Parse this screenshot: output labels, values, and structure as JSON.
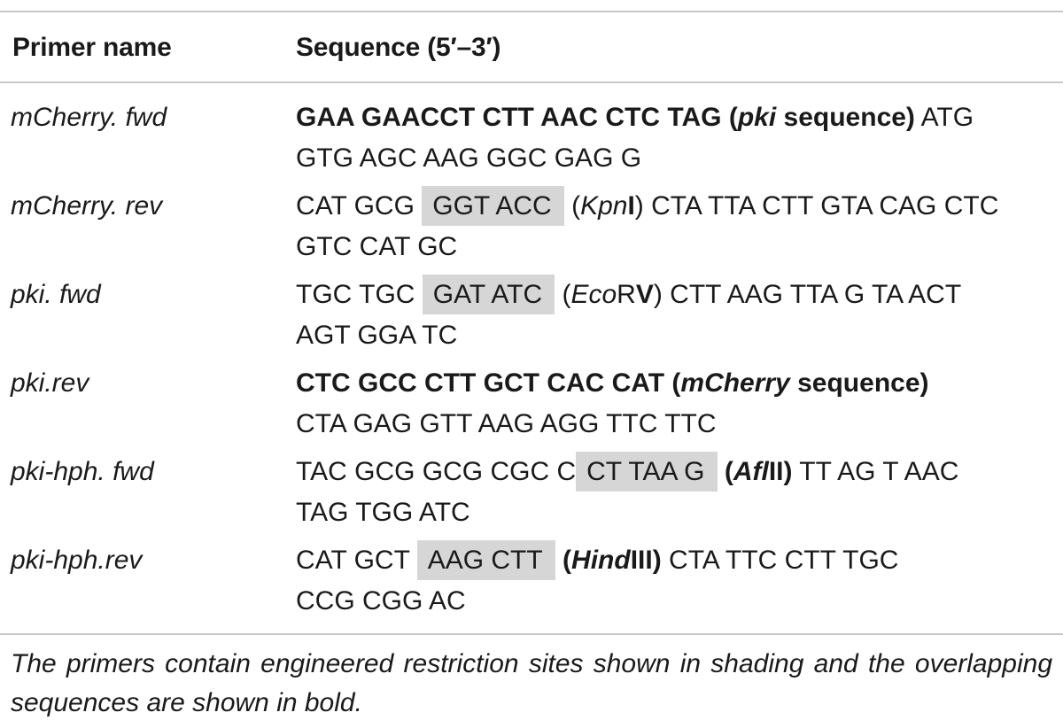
{
  "table": {
    "headers": {
      "name": "Primer name",
      "sequence": "Sequence (5′–3′)"
    },
    "rows": [
      {
        "name": "mCherry. fwd",
        "line1": {
          "bold_seq": "GAA GAACCT CTT AAC CTC TAG ",
          "bold_open": "(",
          "bold_italic": "pki",
          "bold_close": " sequence)",
          "plain": " ATG"
        },
        "line2": "GTG AGC AAG GGC GAG G"
      },
      {
        "name": "mCherry. rev",
        "line1": {
          "pre": "CAT GCG ",
          "site": "GGT ACC",
          "paren_open": " (",
          "enzyme_italic": "Kpn",
          "enzyme_bold": "I",
          "post": ") CTA TTA CTT GTA CAG CTC"
        },
        "line2": "GTC CAT GC"
      },
      {
        "name": "pki. fwd",
        "line1": {
          "pre": "TGC TGC ",
          "site": "GAT ATC",
          "paren_open": " (",
          "enzyme_italic": "Eco",
          "enzyme_plain": "R",
          "enzyme_bold": "V",
          "post": ") CTT AAG TTA G TA ACT"
        },
        "line2": "AGT GGA TC"
      },
      {
        "name": "pki.rev",
        "line1": {
          "bold_seq": "CTC GCC CTT GCT CAC CAT (",
          "bold_italic": "mCherry",
          "bold_close": " sequence)"
        },
        "line2": "CTA GAG GTT AAG AGG TTC TTC"
      },
      {
        "name": "pki-hph. fwd",
        "line1": {
          "pre": "TAC GCG GCG CGC C",
          "site": "CT TAA G",
          "bold_open": " (",
          "enzyme_italic": "Afl",
          "enzyme_bold": "II)",
          "post": " TT AG T AAC"
        },
        "line2": "TAG TGG ATC"
      },
      {
        "name": "pki-hph.rev",
        "line1": {
          "pre": "CAT GCT ",
          "site": "AAG CTT",
          "bold_open": " (",
          "enzyme_italic": "Hind",
          "enzyme_bold": "III)",
          "post": " CTA TTC CTT TGC"
        },
        "line2": "CCG CGG AC"
      }
    ],
    "footnote": "The primers contain engineered restriction sites shown in shading and the overlapping sequences are shown in bold."
  }
}
